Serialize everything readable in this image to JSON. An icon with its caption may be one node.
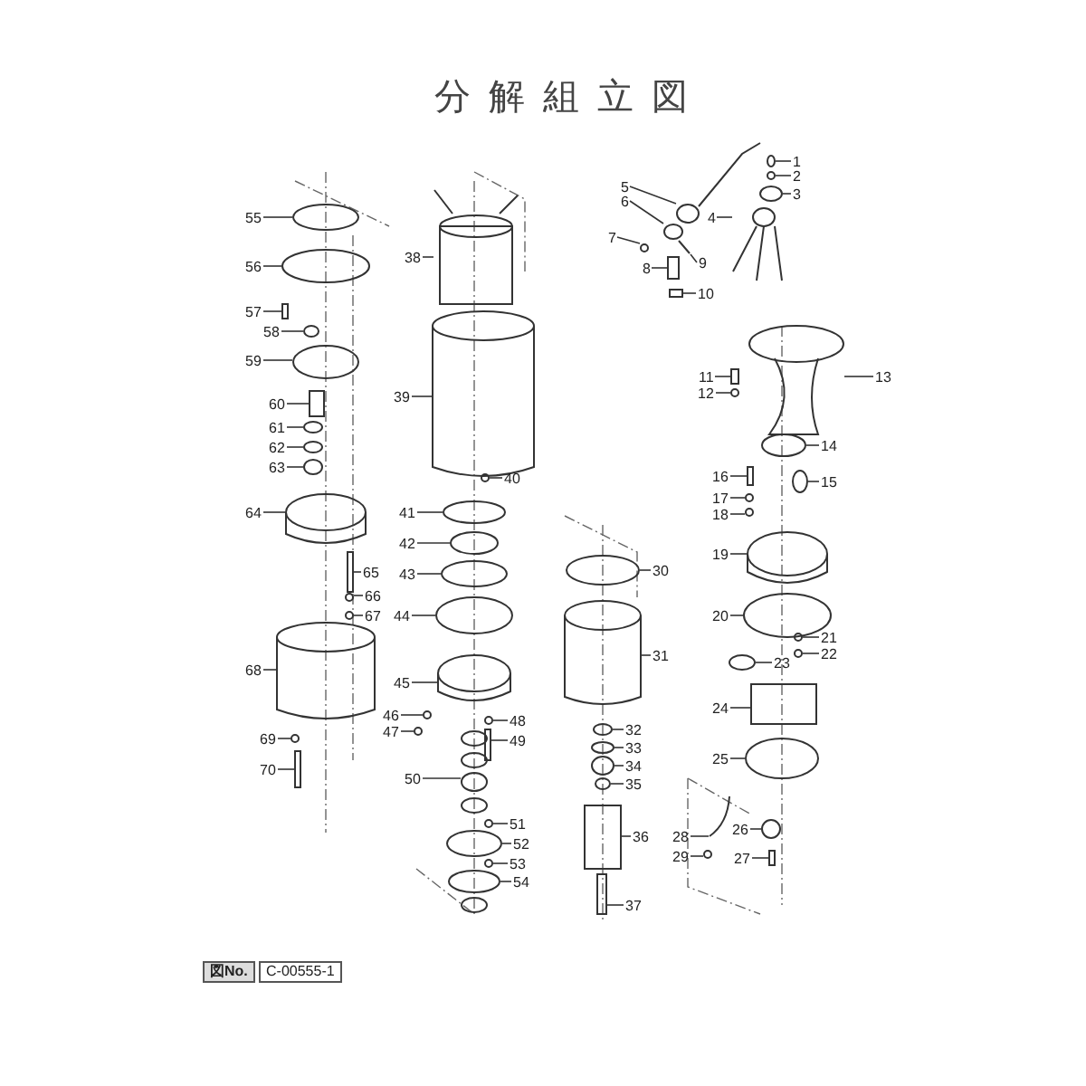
{
  "diagram": {
    "title": "分解組立図",
    "nodes": [
      {
        "text": [
          "1"
        ]
      },
      {
        "text": [
          "2"
        ]
      },
      {
        "text": [
          "3"
        ]
      },
      {
        "text": [
          "4"
        ]
      },
      {
        "text": [
          "5"
        ]
      },
      {
        "text": [
          "6"
        ]
      },
      {
        "text": [
          "7"
        ]
      },
      {
        "text": [
          "8"
        ]
      },
      {
        "text": [
          "9"
        ]
      },
      {
        "text": [
          "10"
        ]
      },
      {
        "text": [
          "11"
        ]
      },
      {
        "text": [
          "12"
        ]
      },
      {
        "text": [
          "13"
        ]
      },
      {
        "text": [
          "14"
        ]
      },
      {
        "text": [
          "15"
        ]
      },
      {
        "text": [
          "16"
        ]
      },
      {
        "text": [
          "17"
        ]
      },
      {
        "text": [
          "18"
        ]
      },
      {
        "text": [
          "19"
        ]
      },
      {
        "text": [
          "20"
        ]
      },
      {
        "text": [
          "21"
        ]
      },
      {
        "text": [
          "22"
        ]
      },
      {
        "text": [
          "23"
        ]
      },
      {
        "text": [
          "24"
        ]
      },
      {
        "text": [
          "25"
        ]
      },
      {
        "text": [
          "26"
        ]
      },
      {
        "text": [
          "27"
        ]
      },
      {
        "text": [
          "28"
        ]
      },
      {
        "text": [
          "29"
        ]
      },
      {
        "text": [
          "30"
        ]
      },
      {
        "text": [
          "31"
        ]
      },
      {
        "text": [
          "32"
        ]
      },
      {
        "text": [
          "33"
        ]
      },
      {
        "text": [
          "34"
        ]
      },
      {
        "text": [
          "35"
        ]
      },
      {
        "text": [
          "36"
        ]
      },
      {
        "text": [
          "37"
        ]
      },
      {
        "text": [
          "38"
        ]
      },
      {
        "text": [
          "39"
        ]
      },
      {
        "text": [
          "40"
        ]
      },
      {
        "text": [
          "41"
        ]
      },
      {
        "text": [
          "42"
        ]
      },
      {
        "text": [
          "43"
        ]
      },
      {
        "text": [
          "44"
        ]
      },
      {
        "text": [
          "45"
        ]
      },
      {
        "text": [
          "46"
        ]
      },
      {
        "text": [
          "47"
        ]
      },
      {
        "text": [
          "48"
        ]
      },
      {
        "text": [
          "49"
        ]
      },
      {
        "text": [
          "50"
        ]
      },
      {
        "text": [
          "51"
        ]
      },
      {
        "text": [
          "52"
        ]
      },
      {
        "text": [
          "53"
        ]
      },
      {
        "text": [
          "54"
        ]
      },
      {
        "text": [
          "55"
        ]
      },
      {
        "text": [
          "56"
        ]
      },
      {
        "text": [
          "57"
        ]
      },
      {
        "text": [
          "58"
        ]
      },
      {
        "text": [
          "59"
        ]
      },
      {
        "text": [
          "60"
        ]
      },
      {
        "text": [
          "61"
        ]
      },
      {
        "text": [
          "62"
        ]
      },
      {
        "text": [
          "63"
        ]
      },
      {
        "text": [
          "64"
        ]
      },
      {
        "text": [
          "65"
        ]
      },
      {
        "text": [
          "66"
        ]
      },
      {
        "text": [
          "67"
        ]
      },
      {
        "text": [
          "68"
        ]
      },
      {
        "text": [
          "69"
        ]
      },
      {
        "text": [
          "70"
        ]
      },
      {
        "text": [],
        "shape": "circle"
      },
      {
        "text": [],
        "shape": "circle"
      },
      {
        "text": [],
        "shape": "circle"
      },
      {
        "text": [],
        "shape": "picture"
      },
      {
        "text": [],
        "shape": "circle"
      },
      {
        "text": [],
        "shape": "circle"
      },
      {
        "text": [],
        "shape": "circle"
      },
      {
        "text": [],
        "shape": "box"
      },
      {
        "text": [],
        "shape": "picture"
      },
      {
        "text": [],
        "shape": "box"
      },
      {
        "text": [],
        "shape": "box"
      },
      {
        "text": [],
        "shape": "circle"
      },
      {
        "text": [],
        "shape": "picture"
      },
      {
        "text": [],
        "shape": "circle"
      },
      {
        "text": [],
        "shape": "circle"
      },
      {
        "text": [],
        "shape": "box"
      },
      {
        "text": [],
        "shape": "circle"
      },
      {
        "text": [],
        "shape": "circle"
      },
      {
        "text": [],
        "shape": "cylinder"
      },
      {
        "text": [],
        "shape": "circle"
      },
      {
        "text": [],
        "shape": "circle"
      },
      {
        "text": [],
        "shape": "circle"
      },
      {
        "text": [],
        "shape": "circle"
      },
      {
        "text": [],
        "shape": "box"
      },
      {
        "text": [],
        "shape": "circle"
      },
      {
        "text": [],
        "shape": "circle"
      },
      {
        "text": [],
        "shape": "box"
      },
      {
        "text": [],
        "shape": "picture"
      },
      {
        "text": [],
        "shape": "circle"
      },
      {
        "text": [],
        "shape": "circle"
      },
      {
        "text": [],
        "shape": "cylinder"
      },
      {
        "text": [],
        "shape": "circle"
      },
      {
        "text": [],
        "shape": "circle"
      },
      {
        "text": [],
        "shape": "circle"
      },
      {
        "text": [],
        "shape": "circle"
      },
      {
        "text": [],
        "shape": "box"
      },
      {
        "text": [],
        "shape": "box"
      },
      {
        "text": [],
        "shape": "cylinder"
      },
      {
        "text": [],
        "shape": "cylinder"
      },
      {
        "text": [],
        "shape": "circle"
      },
      {
        "text": [],
        "shape": "circle"
      },
      {
        "text": [],
        "shape": "circle"
      },
      {
        "text": [],
        "shape": "circle"
      },
      {
        "text": [],
        "shape": "circle"
      },
      {
        "text": [],
        "shape": "cylinder"
      },
      {
        "text": [],
        "shape": "circle"
      },
      {
        "text": [],
        "shape": "circle"
      },
      {
        "text": [],
        "shape": "circle"
      },
      {
        "text": [],
        "shape": "box"
      },
      {
        "text": [],
        "shape": "picture"
      },
      {
        "text": [],
        "shape": "circle"
      },
      {
        "text": [],
        "shape": "circle"
      },
      {
        "text": [],
        "shape": "circle"
      },
      {
        "text": [],
        "shape": "circle"
      },
      {
        "text": [],
        "shape": "circle"
      },
      {
        "text": [],
        "shape": "circle"
      },
      {
        "text": [],
        "shape": "box"
      },
      {
        "text": [],
        "shape": "circle"
      },
      {
        "text": [],
        "shape": "circle"
      },
      {
        "text": [],
        "shape": "box"
      },
      {
        "text": [],
        "shape": "circle"
      },
      {
        "text": [],
        "shape": "circle"
      },
      {
        "text": [],
        "shape": "circle"
      },
      {
        "text": [],
        "shape": "cylinder"
      },
      {
        "text": [],
        "shape": "box"
      },
      {
        "text": [],
        "shape": "circle"
      },
      {
        "text": [],
        "shape": "circle"
      },
      {
        "text": [],
        "shape": "cylinder"
      },
      {
        "text": [],
        "shape": "circle"
      },
      {
        "text": [],
        "shape": "box"
      }
    ],
    "edges": [
      {
        "from": 0,
        "to": 70,
        "arrow": "none"
      },
      {
        "from": 1,
        "to": 71,
        "arrow": "none"
      },
      {
        "from": 2,
        "to": 72,
        "arrow": "none"
      },
      {
        "from": 3,
        "to": 73,
        "arrow": "none"
      },
      {
        "from": 4,
        "to": 74,
        "arrow": "none"
      },
      {
        "from": 5,
        "to": 75,
        "arrow": "none"
      },
      {
        "from": 6,
        "to": 76,
        "arrow": "none"
      },
      {
        "from": 7,
        "to": 77,
        "arrow": "none"
      },
      {
        "from": 8,
        "to": 78,
        "arrow": "none"
      },
      {
        "from": 9,
        "to": 79,
        "arrow": "none"
      },
      {
        "from": 10,
        "to": 80,
        "arrow": "none"
      },
      {
        "from": 11,
        "to": 81,
        "arrow": "none"
      },
      {
        "from": 12,
        "to": 82,
        "arrow": "none"
      },
      {
        "from": 13,
        "to": 83,
        "arrow": "none"
      },
      {
        "from": 14,
        "to": 84,
        "arrow": "none"
      },
      {
        "from": 15,
        "to": 85,
        "arrow": "none"
      },
      {
        "from": 16,
        "to": 86,
        "arrow": "none"
      },
      {
        "from": 17,
        "to": 87,
        "arrow": "none"
      },
      {
        "from": 18,
        "to": 88,
        "arrow": "none"
      },
      {
        "from": 19,
        "to": 89,
        "arrow": "none"
      },
      {
        "from": 20,
        "to": 90,
        "arrow": "none"
      },
      {
        "from": 21,
        "to": 91,
        "arrow": "none"
      },
      {
        "from": 22,
        "to": 92,
        "arrow": "none"
      },
      {
        "from": 23,
        "to": 93,
        "arrow": "none"
      },
      {
        "from": 24,
        "to": 94,
        "arrow": "none"
      },
      {
        "from": 25,
        "to": 95,
        "arrow": "none"
      },
      {
        "from": 26,
        "to": 96,
        "arrow": "none"
      },
      {
        "from": 27,
        "to": 97,
        "arrow": "none"
      },
      {
        "from": 28,
        "to": 98,
        "arrow": "none"
      },
      {
        "from": 29,
        "to": 99,
        "arrow": "none"
      },
      {
        "from": 30,
        "to": 100,
        "arrow": "none"
      },
      {
        "from": 31,
        "to": 101,
        "arrow": "none"
      },
      {
        "from": 32,
        "to": 102,
        "arrow": "none"
      },
      {
        "from": 33,
        "to": 103,
        "arrow": "none"
      },
      {
        "from": 34,
        "to": 104,
        "arrow": "none"
      },
      {
        "from": 35,
        "to": 105,
        "arrow": "none"
      },
      {
        "from": 36,
        "to": 106,
        "arrow": "none"
      },
      {
        "from": 37,
        "to": 107,
        "arrow": "none"
      },
      {
        "from": 38,
        "to": 108,
        "arrow": "none"
      },
      {
        "from": 39,
        "to": 109,
        "arrow": "none"
      },
      {
        "from": 40,
        "to": 110,
        "arrow": "none"
      },
      {
        "from": 41,
        "to": 111,
        "arrow": "none"
      },
      {
        "from": 42,
        "to": 112,
        "arrow": "none"
      },
      {
        "from": 43,
        "to": 113,
        "arrow": "none"
      },
      {
        "from": 44,
        "to": 114,
        "arrow": "none"
      },
      {
        "from": 45,
        "to": 115,
        "arrow": "none"
      },
      {
        "from": 46,
        "to": 116,
        "arrow": "none"
      },
      {
        "from": 47,
        "to": 117,
        "arrow": "none"
      },
      {
        "from": 48,
        "to": 118,
        "arrow": "none"
      },
      {
        "from": 49,
        "to": 119,
        "arrow": "none"
      },
      {
        "from": 50,
        "to": 120,
        "arrow": "none"
      },
      {
        "from": 51,
        "to": 121,
        "arrow": "none"
      },
      {
        "from": 52,
        "to": 122,
        "arrow": "none"
      },
      {
        "from": 53,
        "to": 123,
        "arrow": "none"
      },
      {
        "from": 54,
        "to": 124,
        "arrow": "none"
      },
      {
        "from": 55,
        "to": 125,
        "arrow": "none"
      },
      {
        "from": 56,
        "to": 126,
        "arrow": "none"
      },
      {
        "from": 57,
        "to": 127,
        "arrow": "none"
      },
      {
        "from": 58,
        "to": 128,
        "arrow": "none"
      },
      {
        "from": 59,
        "to": 129,
        "arrow": "none"
      },
      {
        "from": 60,
        "to": 130,
        "arrow": "none"
      },
      {
        "from": 61,
        "to": 131,
        "arrow": "none"
      },
      {
        "from": 62,
        "to": 132,
        "arrow": "none"
      },
      {
        "from": 63,
        "to": 133,
        "arrow": "none"
      },
      {
        "from": 64,
        "to": 134,
        "arrow": "none"
      },
      {
        "from": 65,
        "to": 135,
        "arrow": "none"
      },
      {
        "from": 66,
        "to": 136,
        "arrow": "none"
      },
      {
        "from": 67,
        "to": 137,
        "arrow": "none"
      },
      {
        "from": 68,
        "to": 138,
        "arrow": "none"
      },
      {
        "from": 69,
        "to": 139,
        "arrow": "none"
      }
    ],
    "labels": [
      "図No.",
      "C-00555-1"
    ]
  }
}
